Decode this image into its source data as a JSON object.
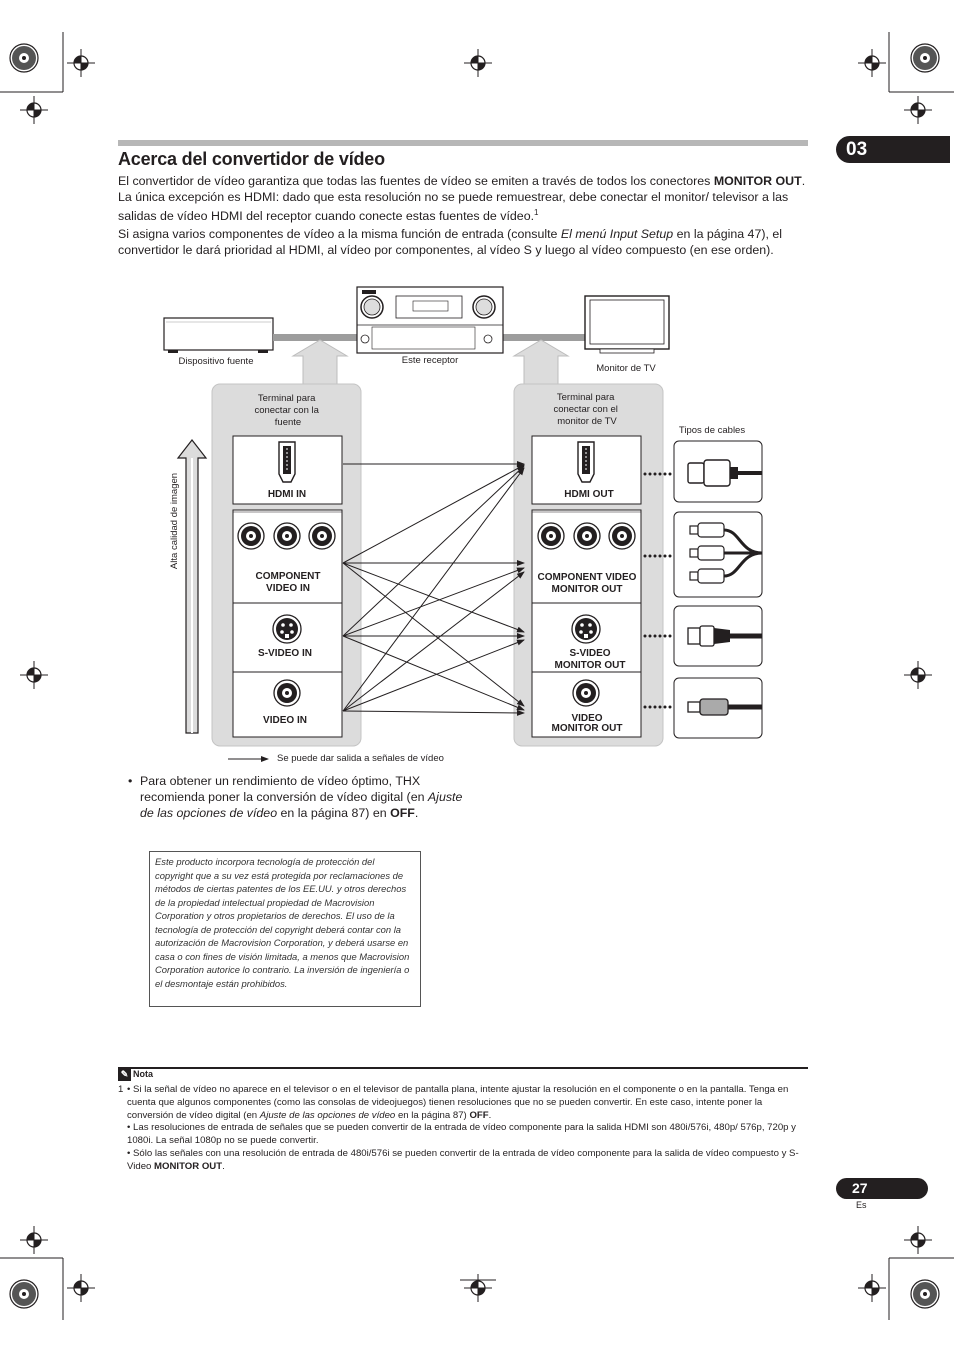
{
  "chapter": "03",
  "page_number": "27",
  "language": "Es",
  "title": "Acerca del convertidor de vídeo",
  "para1": {
    "t1": "El convertidor de vídeo garantiza que todas las fuentes de vídeo se emiten a través de todos los conectores ",
    "b1": "MONITOR OUT",
    "t2": ". La única excepción es HDMI: dado que esta resolución no se puede remuestrear, debe conectar el monitor/ televisor a las salidas de vídeo HDMI del receptor cuando conecte estas fuentes de vídeo.",
    "sup": "1"
  },
  "para2": {
    "t1": "Si asigna varios componentes de vídeo a la misma función de entrada (consulte ",
    "i1": "El menú Input Setup",
    "t2": " en la página 47), el convertidor le dará prioridad al HDMI, al vídeo por componentes, al vídeo S y luego al vídeo compuesto (en ese orden)."
  },
  "diagram": {
    "source_device": "Dispositivo fuente",
    "receiver": "Este receptor",
    "tv": "Monitor de TV",
    "source_terminal": [
      "Terminal para",
      "conectar con la",
      "fuente"
    ],
    "tv_terminal": [
      "Terminal para",
      "conectar con el",
      "monitor de TV"
    ],
    "cable_types": "Tipos de cables",
    "quality_axis": "Alta calidad de imagen",
    "inputs": [
      {
        "lines": [
          "HDMI IN"
        ]
      },
      {
        "lines": [
          "COMPONENT",
          "VIDEO IN"
        ]
      },
      {
        "lines": [
          "S-VIDEO IN"
        ]
      },
      {
        "lines": [
          "VIDEO IN"
        ]
      }
    ],
    "outputs": [
      {
        "lines": [
          "HDMI OUT"
        ]
      },
      {
        "lines": [
          "COMPONENT VIDEO",
          "MONITOR OUT"
        ]
      },
      {
        "lines": [
          "S-VIDEO",
          "MONITOR OUT"
        ]
      },
      {
        "lines": [
          "VIDEO",
          "MONITOR OUT"
        ]
      }
    ],
    "legend": "Se puede dar salida a señales de vídeo"
  },
  "bullet": {
    "t1": "Para obtener un rendimiento de vídeo óptimo, THX recomienda poner la conversión de vídeo digital (en ",
    "i1": "Ajuste de las opciones de vídeo",
    "t2": " en la página 87) en ",
    "b1": "OFF",
    "t3": "."
  },
  "notice": "Este producto incorpora tecnología de protección del copyright que a su vez está protegida por reclamaciones de métodos de ciertas patentes de los EE.UU. y otros derechos de la propiedad intelectual propiedad de Macrovision Corporation y otros propietarios de derechos. El uso de la tecnología de protección del copyright deberá contar con la autorización de Macrovision Corporation, y deberá usarse en casa o con fines de visión limitada, a menos que Macrovision Corporation autorice lo contrario. La inversión de ingeniería o el desmontaje están prohibidos.",
  "note": {
    "heading": "Nota",
    "number": "1",
    "item1_t1": "• Si la señal de vídeo no aparece en el televisor o en el televisor de pantalla plana, intente ajustar la resolución en el componente o en la pantalla. Tenga en cuenta que algunos componentes (como las consolas de videojuegos) tienen resoluciones que no se pueden convertir. En este caso, intente poner la conversión de vídeo digital (en ",
    "item1_i": "Ajuste de las opciones de vídeo",
    "item1_t2": " en la página 87) ",
    "item1_b": "OFF",
    "item1_t3": ".",
    "item2": "• Las resoluciones de entrada de señales que se pueden convertir de la entrada de vídeo componente para la salida HDMI son 480i/576i, 480p/ 576p, 720p y 1080i. La señal 1080p no se puede convertir.",
    "item3_t1": "• Sólo las señales con una resolución de entrada de 480i/576i se pueden convertir de la entrada de vídeo componente para la salida de vídeo compuesto y S-Video ",
    "item3_b": "MONITOR OUT",
    "item3_t2": "."
  }
}
